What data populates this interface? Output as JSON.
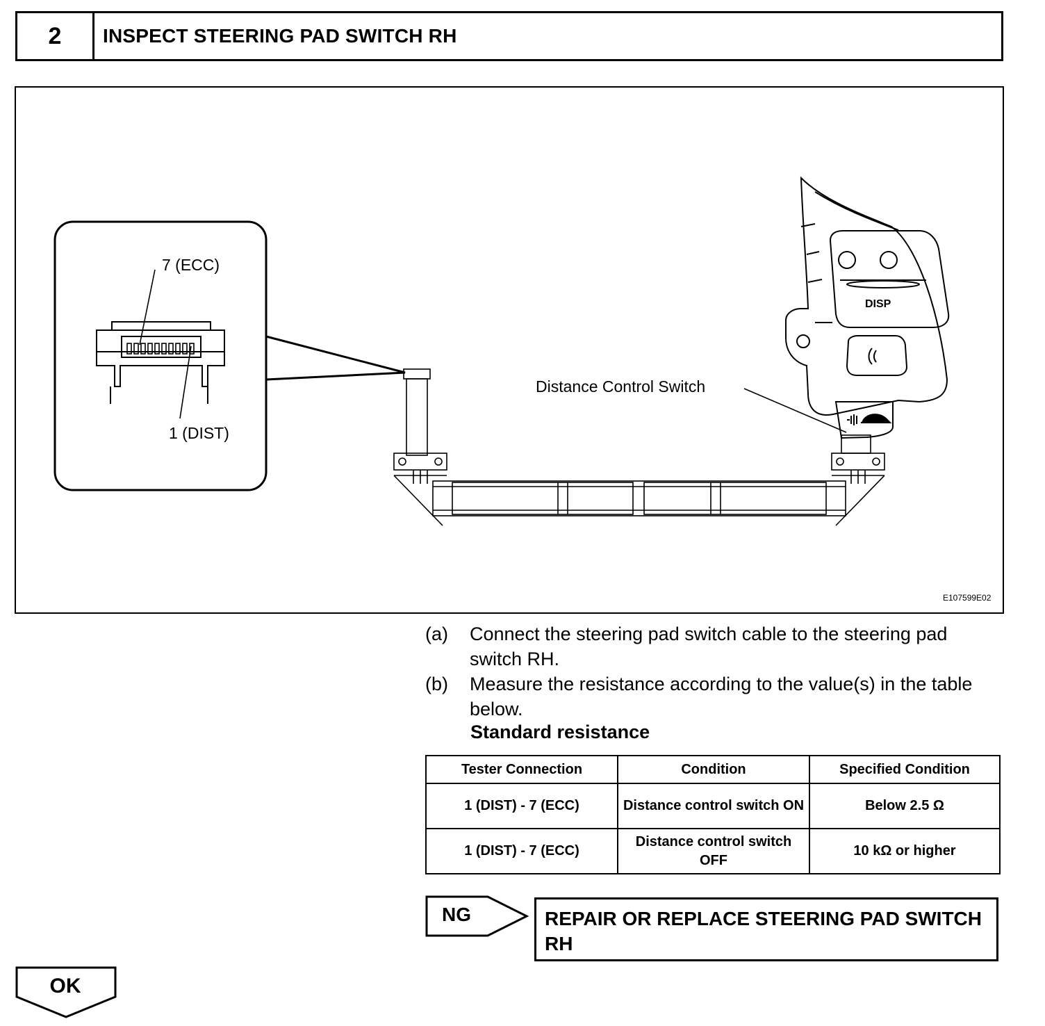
{
  "step": {
    "number": "2",
    "title": "INSPECT STEERING PAD SWITCH RH"
  },
  "figure": {
    "callout_pin7": "7 (ECC)",
    "callout_pin1": "1 (DIST)",
    "callout_switch": "Distance Control Switch",
    "button_disp": "DISP",
    "figure_code": "E107599E02"
  },
  "instructions": [
    {
      "marker": "(a)",
      "text": "Connect the steering pad switch cable to the steering pad switch RH."
    },
    {
      "marker": "(b)",
      "text": "Measure the resistance according to the value(s) in the table below."
    }
  ],
  "standard_label": "Standard resistance",
  "table": {
    "headers": [
      "Tester Connection",
      "Condition",
      "Specified Condition"
    ],
    "rows": [
      [
        "1 (DIST) - 7 (ECC)",
        "Distance control switch ON",
        "Below 2.5 Ω"
      ],
      [
        "1 (DIST) - 7 (ECC)",
        "Distance control switch OFF",
        "10 kΩ or higher"
      ]
    ]
  },
  "result_ng": {
    "label": "NG",
    "action": "REPAIR OR REPLACE STEERING PAD SWITCH RH"
  },
  "result_ok": {
    "label": "OK"
  }
}
